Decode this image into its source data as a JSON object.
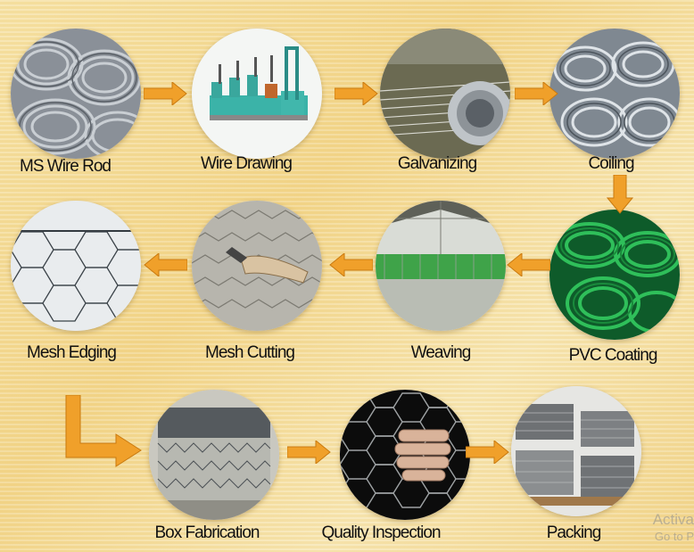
{
  "colors": {
    "arrow": "#f0a02a",
    "arrow_stroke": "#c97a10"
  },
  "steps": [
    {
      "label": "MS Wire Rod",
      "icon": "wire-rod-coils-photo"
    },
    {
      "label": "Wire Drawing",
      "icon": "wire-drawing-machine-photo"
    },
    {
      "label": "Galvanizing",
      "icon": "galvanizing-line-photo"
    },
    {
      "label": "Coiling",
      "icon": "wire-coils-photo"
    },
    {
      "label": "PVC Coating",
      "icon": "green-pvc-wire-photo"
    },
    {
      "label": "Weaving",
      "icon": "weaving-factory-photo"
    },
    {
      "label": "Mesh Cutting",
      "icon": "mesh-cutting-pliers-photo"
    },
    {
      "label": "Mesh Edging",
      "icon": "hexagonal-mesh-photo"
    },
    {
      "label": "Box Fabrication",
      "icon": "gabion-box-photo"
    },
    {
      "label": "Quality Inspection",
      "icon": "mesh-inspection-hand-photo"
    },
    {
      "label": "Packing",
      "icon": "packed-bundles-photo"
    }
  ],
  "watermark": {
    "line1": "Activa",
    "line2": "Go to P"
  }
}
